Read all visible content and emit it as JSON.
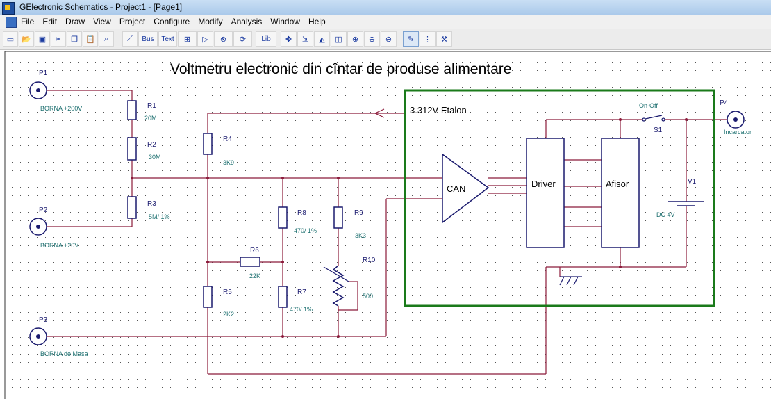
{
  "window": {
    "title": "GElectronic Schematics - Project1 - [Page1]"
  },
  "menu": [
    "File",
    "Edit",
    "Draw",
    "View",
    "Project",
    "Configure",
    "Modify",
    "Analysis",
    "Window",
    "Help"
  ],
  "toolbar": [
    {
      "name": "open-icon"
    },
    {
      "name": "open-folder-icon"
    },
    {
      "name": "save-icon"
    },
    {
      "name": "cut-icon"
    },
    {
      "name": "copy-icon"
    },
    {
      "name": "paste-icon"
    },
    {
      "name": "find-icon"
    },
    {
      "name": "wire-icon"
    },
    {
      "name": "bus-icon",
      "label": "Bus"
    },
    {
      "name": "text-icon",
      "label": "Text"
    },
    {
      "name": "component-icon"
    },
    {
      "name": "port-icon"
    },
    {
      "name": "net-icon"
    },
    {
      "name": "rotate-icon"
    },
    {
      "name": "library-icon",
      "label": "Lib"
    },
    {
      "name": "move-icon"
    },
    {
      "name": "align-icon"
    },
    {
      "name": "mirror-icon"
    },
    {
      "name": "flip-icon"
    },
    {
      "name": "zoom-region-icon"
    },
    {
      "name": "zoom-in-icon"
    },
    {
      "name": "zoom-out-icon"
    },
    {
      "name": "edit-icon"
    },
    {
      "name": "hierarchy-icon"
    },
    {
      "name": "tools-icon"
    }
  ],
  "schematic": {
    "title": "Voltmetru electronic din cîntar de produse alimentare",
    "ports": [
      {
        "ref": "P1",
        "label": "BORNA +200V"
      },
      {
        "ref": "P2",
        "label": "BORNA +20V"
      },
      {
        "ref": "P3",
        "label": "BORNA de Masa"
      },
      {
        "ref": "P4",
        "label": "Incarcator"
      }
    ],
    "resistors": [
      {
        "ref": "R1",
        "value": "20M"
      },
      {
        "ref": "R2",
        "value": "30M"
      },
      {
        "ref": "R3",
        "value": "5M/ 1%"
      },
      {
        "ref": "R4",
        "value": "3K9"
      },
      {
        "ref": "R5",
        "value": "2K2"
      },
      {
        "ref": "R6",
        "value": "22K"
      },
      {
        "ref": "R7",
        "value": "470/ 1%"
      },
      {
        "ref": "R8",
        "value": "470/ 1%"
      },
      {
        "ref": "R9",
        "value": "3K3"
      },
      {
        "ref": "R10",
        "value": "500"
      }
    ],
    "etalon": "3.312V Etalon",
    "can": "CAN",
    "driver": "Driver",
    "afisor": "Afisor",
    "switch": {
      "ref": "S1",
      "label": "On-Off"
    },
    "battery": {
      "ref": "V1",
      "value": "DC 4V"
    },
    "colors": {
      "wire": "#8b1a3a",
      "component": "#1a1a6e",
      "label": "#1a6e6e",
      "box": "#1a7a1a"
    }
  }
}
